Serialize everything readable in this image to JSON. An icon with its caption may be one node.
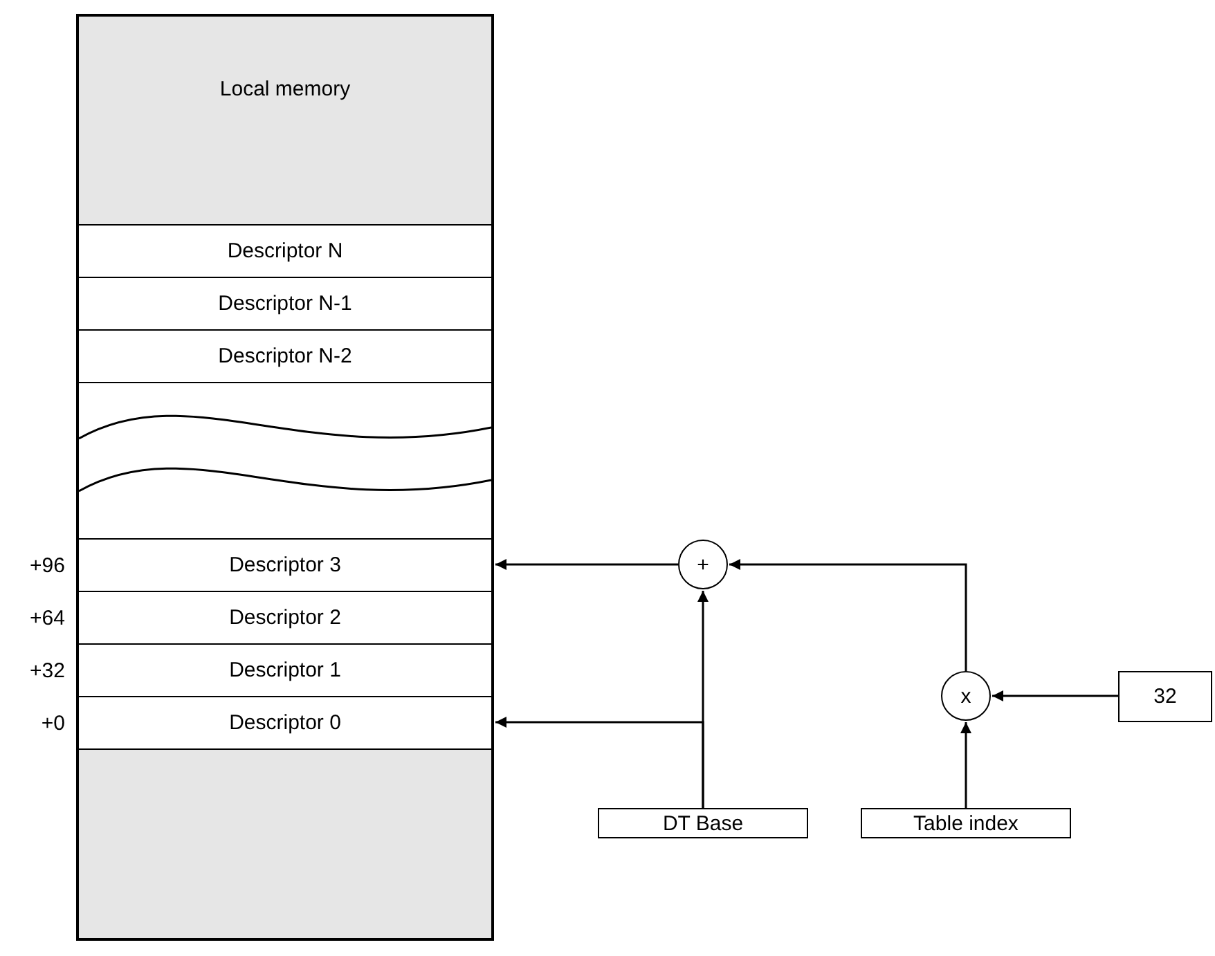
{
  "diagram": {
    "nodes": [
      {
        "text": [
          "Local memory"
        ]
      },
      {
        "text": [
          "Descriptor N"
        ],
        "in": 0
      },
      {
        "text": [
          "Descriptor N-1"
        ],
        "in": 0
      },
      {
        "text": [
          "Descriptor N-2"
        ],
        "in": 0
      },
      {
        "text": [
          "Descriptor 3"
        ],
        "in": 0,
        "beside": [
          "+96"
        ]
      },
      {
        "text": [
          "Descriptor 2"
        ],
        "in": 0,
        "beside": [
          "+64"
        ]
      },
      {
        "text": [
          "Descriptor 1"
        ],
        "in": 0,
        "beside": [
          "+32"
        ]
      },
      {
        "text": [
          "Descriptor 0"
        ],
        "in": 0,
        "beside": [
          "+0"
        ]
      },
      {
        "text": [
          "+"
        ]
      },
      {
        "text": [
          "x"
        ]
      },
      {
        "text": [
          "DT Base"
        ]
      },
      {
        "text": [
          "Table index"
        ]
      },
      {
        "text": [
          "32"
        ]
      }
    ],
    "edges": [
      {
        "from": 8,
        "to": 4,
        "arrow": "to"
      },
      {
        "from": 10,
        "to": 8,
        "arrow": "to"
      },
      {
        "from": 10,
        "to": 7,
        "arrow": "to"
      },
      {
        "from": 9,
        "to": 8,
        "arrow": "to"
      },
      {
        "from": 12,
        "to": 9,
        "arrow": "to"
      },
      {
        "from": 11,
        "to": 9,
        "arrow": "to"
      }
    ]
  }
}
